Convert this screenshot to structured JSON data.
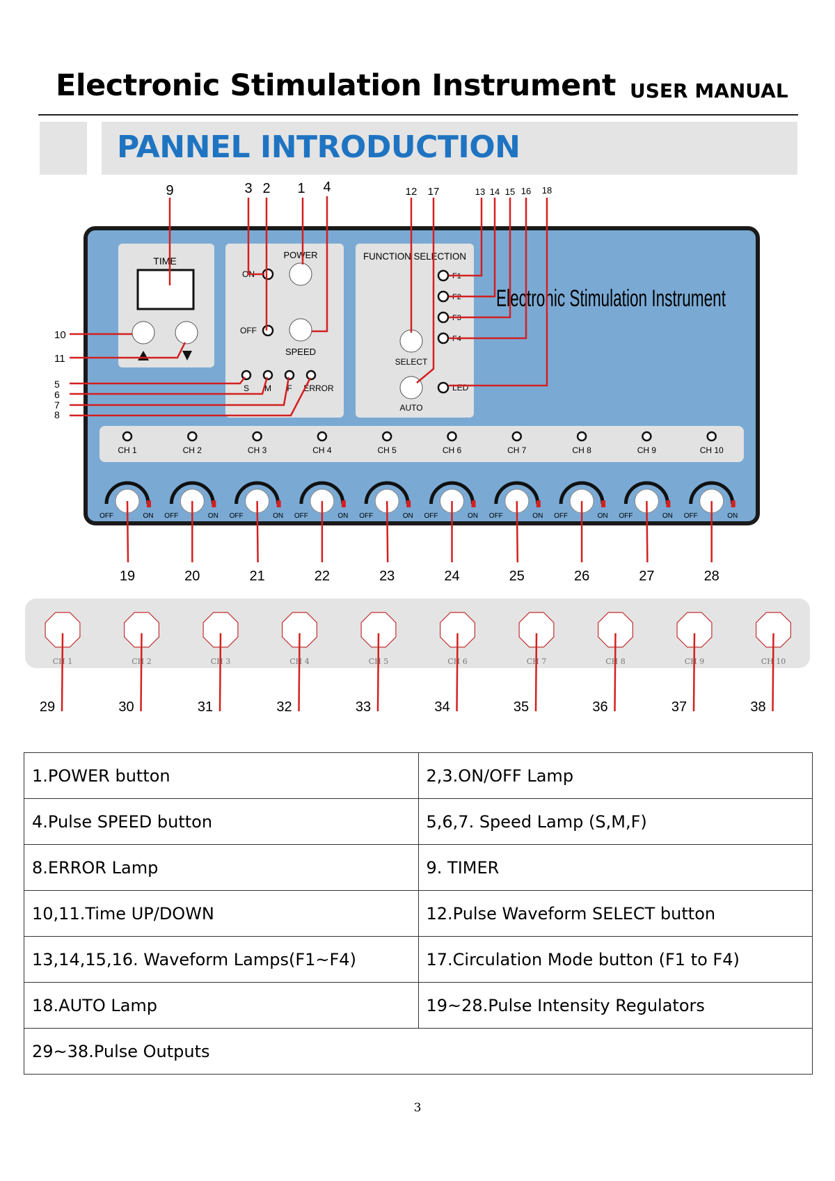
{
  "header": {
    "title": "Electronic Stimulation Instrument",
    "subtitle": "USER MANUAL"
  },
  "section": {
    "title": "PANNEL INTRODUCTION"
  },
  "panel": {
    "brand": "Electronic Stimulation Instrument",
    "time_label": "TIME",
    "on_label": "ON",
    "off_label": "OFF",
    "power_label": "POWER",
    "speed_label": "SPEED",
    "s_label": "S",
    "m_label": "M",
    "f_label": "F",
    "error_label": "ERROR",
    "function_title": "FUNCTION SELECTION",
    "f_lamps": [
      "F1",
      "F2",
      "F3",
      "F4"
    ],
    "select_label": "SELECT",
    "auto_label": "AUTO",
    "led_label": "LED",
    "channels": [
      "CH 1",
      "CH 2",
      "CH 3",
      "CH 4",
      "CH 5",
      "CH 6",
      "CH 7",
      "CH 8",
      "CH 9",
      "CH 10"
    ],
    "knob_off": "OFF",
    "knob_on": "ON"
  },
  "callouts": {
    "c1": "1",
    "c2": "2",
    "c3": "3",
    "c4": "4",
    "c5": "5",
    "c6": "6",
    "c7": "7",
    "c8": "8",
    "c9": "9",
    "c10": "10",
    "c11": "11",
    "c12": "12",
    "c13": "13",
    "c14": "14",
    "c15": "15",
    "c16": "16",
    "c17": "17",
    "c18": "18",
    "knobs": [
      "19",
      "20",
      "21",
      "22",
      "23",
      "24",
      "25",
      "26",
      "27",
      "28"
    ],
    "outputs": [
      "29",
      "30",
      "31",
      "32",
      "33",
      "34",
      "35",
      "36",
      "37",
      "38"
    ]
  },
  "output_strip": {
    "channels": [
      "CH 1",
      "CH 2",
      "CH 3",
      "CH 4",
      "CH 5",
      "CH 6",
      "CH 7",
      "CH 8",
      "CH 9",
      "CH 10"
    ]
  },
  "legend": [
    [
      "1.POWER button",
      "2,3.ON/OFF Lamp"
    ],
    [
      "4.Pulse SPEED button",
      "5,6,7. Speed Lamp (S,M,F)"
    ],
    [
      "8.ERROR Lamp",
      "9. TIMER"
    ],
    [
      "10,11.Time UP/DOWN",
      "12.Pulse Waveform SELECT button"
    ],
    [
      "13,14,15,16. Waveform Lamps(F1~F4)",
      "17.Circulation Mode button (F1 to F4)"
    ],
    [
      "18.AUTO Lamp",
      "19~28.Pulse Intensity Regulators"
    ],
    [
      "29~38.Pulse Outputs"
    ]
  ],
  "page_number": "3",
  "colors": {
    "panel_blue": "#7aaad4",
    "accent_blue": "#1f74c2",
    "callout_red": "#d42020",
    "panel_gray": "#e2e2e2"
  }
}
